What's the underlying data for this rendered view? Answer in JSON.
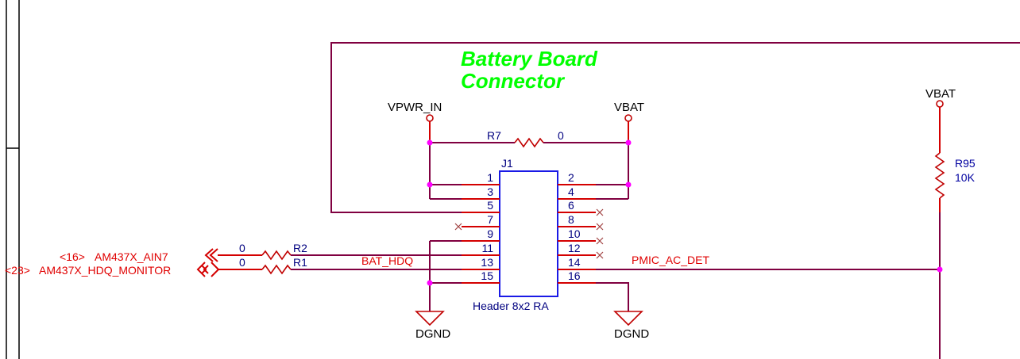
{
  "title": {
    "line1": "Battery Board",
    "line2": "Connector"
  },
  "power": {
    "vpwr_in": "VPWR_IN",
    "vbat_left": "VBAT",
    "vbat_right": "VBAT"
  },
  "ground": {
    "left": "DGND",
    "right": "DGND"
  },
  "resistors": {
    "r7": {
      "ref": "R7",
      "value": "0"
    },
    "r2": {
      "ref": "R2",
      "value": "0"
    },
    "r1": {
      "ref": "R1",
      "value": "0"
    },
    "r95": {
      "ref": "R95",
      "value": "10K"
    }
  },
  "connector": {
    "ref": "J1",
    "part": "Header 8x2 RA",
    "left_pins": [
      "1",
      "3",
      "5",
      "7",
      "9",
      "11",
      "13",
      "15"
    ],
    "right_pins": [
      "2",
      "4",
      "6",
      "8",
      "10",
      "12",
      "14",
      "16"
    ]
  },
  "nets": {
    "bat_hdq": "BAT_HDQ",
    "pmic_ac_det": "PMIC_AC_DET"
  },
  "offpage": {
    "ain7": {
      "ref": "<16>",
      "name": "AM437X_AIN7"
    },
    "hdq": {
      "ref": "<23>",
      "name": "AM437X_HDQ_MONITOR"
    }
  },
  "colors": {
    "wire": "#800040",
    "pin": "#d40000",
    "junction": "#ff00ff",
    "title": "#00ff00",
    "component": "#1a1ae6"
  }
}
